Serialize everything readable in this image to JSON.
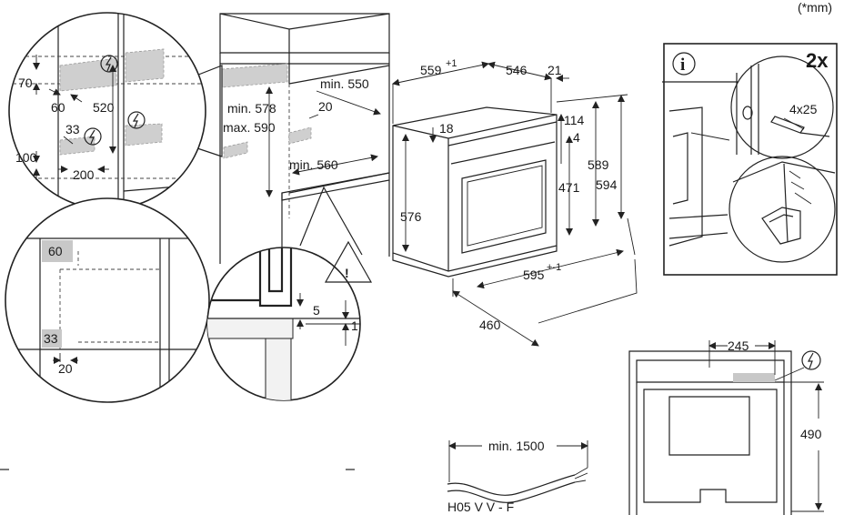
{
  "units_note": "(*mm)",
  "diagram": {
    "cabinet_dims": {
      "min_578": "min. 578",
      "max_590": "max. 590",
      "min_550": "min. 550",
      "d20": "20",
      "min_560": "min. 560"
    },
    "oven_dims": {
      "w559": "559",
      "w559_tol": "+1",
      "d546": "546",
      "d21": "21",
      "h114": "114",
      "h4": "4",
      "h18": "18",
      "h576": "576",
      "h471": "471",
      "h589": "589",
      "h594": "594",
      "w595": "595",
      "w595_tol": "+-1",
      "d460": "460"
    },
    "detail_top_left": {
      "d70": "70",
      "d60": "60",
      "d520": "520",
      "d33": "33",
      "d100": "100",
      "d200": "200"
    },
    "detail_bottom_left": {
      "d60": "60",
      "d33": "33",
      "d20": "20"
    },
    "detail_gap": {
      "d5": "5",
      "d1": "1"
    },
    "install_panel": {
      "info_icon": "i",
      "count": "2x",
      "screw": "4x25"
    },
    "cable": {
      "length": "min. 1500",
      "type": "H05 V V - F"
    },
    "front_view": {
      "w245": "245",
      "h490": "490"
    }
  }
}
